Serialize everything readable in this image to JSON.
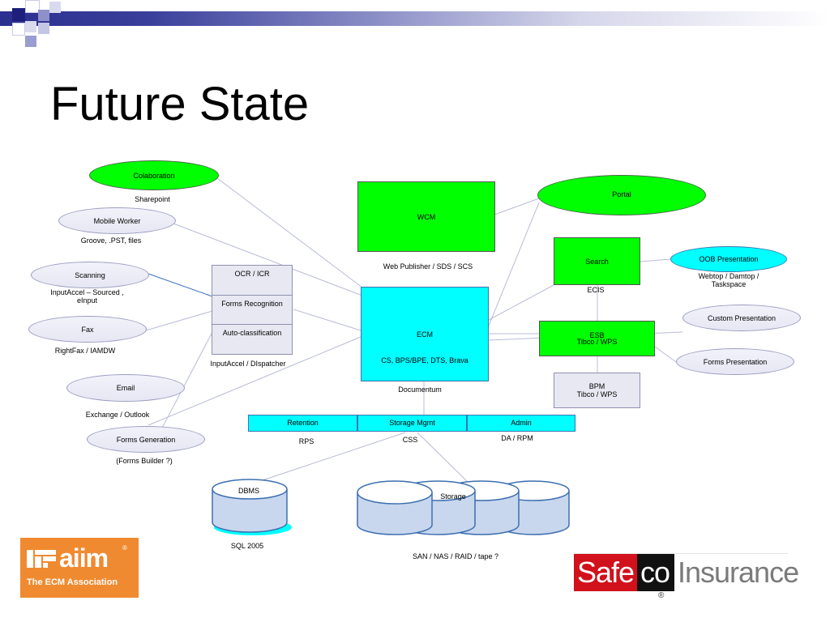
{
  "slide": {
    "title": "Future State"
  },
  "nodes": {
    "collaboration": {
      "label": "Colaboration",
      "sub": "Sharepoint"
    },
    "mobile_worker": {
      "label": "Mobile Worker",
      "sub": "Groove, .PST, files"
    },
    "scanning": {
      "label": "Scanning",
      "sub": "InputAccel – Sourced , eInput"
    },
    "fax": {
      "label": "Fax",
      "sub": "RightFax / IAMDW"
    },
    "email": {
      "label": "Email",
      "sub": "Exchange / Outlook"
    },
    "forms_generation": {
      "label": "Forms Generation",
      "sub": "(Forms Builder ?)"
    },
    "capture_stack": {
      "items": [
        "OCR / ICR",
        "Forms Recognition",
        "Auto-classification"
      ],
      "sub": "InputAccel / DIspatcher"
    },
    "wcm": {
      "label": "WCM",
      "sub": "Web Publisher / SDS / SCS"
    },
    "ecm": {
      "label": "ECM",
      "inner": "CS, BPS/BPE, DTS, Brava",
      "sub": "Documentum"
    },
    "portal": {
      "label": "Portal"
    },
    "search": {
      "label": "Search",
      "sub": "ECIS"
    },
    "esb": {
      "label": "ESB",
      "inner": "Tibco / WPS"
    },
    "bpm": {
      "label": "BPM",
      "inner": "Tibco / WPS"
    },
    "oob_presentation": {
      "label": "OOB Presentation",
      "sub": "Webtop / Damtop / Taskspace"
    },
    "custom_presentation": {
      "label": "Custom Presentation"
    },
    "forms_presentation": {
      "label": "Forms Presentation"
    },
    "services_bar": {
      "items": [
        "Retention",
        "Storage Mgmt",
        "Admin"
      ],
      "subs": [
        "RPS",
        "CSS",
        "DA / RPM"
      ]
    },
    "dbms": {
      "label": "DBMS",
      "sub": "SQL 2005"
    },
    "storage": {
      "label": "Storage",
      "sub": "SAN / NAS / RAID / tape ?"
    }
  },
  "logos": {
    "aiim": {
      "name": "aiim",
      "tagline": "The ECM Association"
    },
    "safeco": {
      "part1": "Safe",
      "part2": "co",
      "part3": "Insurance"
    }
  },
  "colors": {
    "green": "#00ff00",
    "cyan": "#00ffff",
    "line": "#b8bcd8",
    "aiim_orange": "#f08a30",
    "safeco_red": "#d1111b"
  }
}
